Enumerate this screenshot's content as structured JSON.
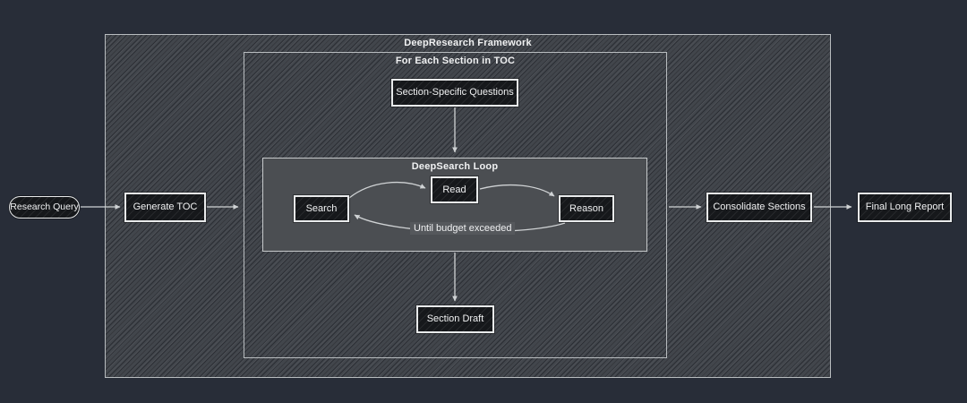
{
  "frames": {
    "outer": {
      "title": "DeepResearch Framework"
    },
    "inner": {
      "title": "For Each Section in TOC"
    },
    "loop": {
      "title": "DeepSearch Loop"
    }
  },
  "nodes": {
    "research_query": {
      "label": "Research Query",
      "shape": "stadium"
    },
    "generate_toc": {
      "label": "Generate TOC",
      "shape": "rect"
    },
    "section_questions": {
      "label": "Section-Specific Questions",
      "shape": "rect"
    },
    "search": {
      "label": "Search",
      "shape": "rect"
    },
    "read": {
      "label": "Read",
      "shape": "rect"
    },
    "reason": {
      "label": "Reason",
      "shape": "rect"
    },
    "section_draft": {
      "label": "Section Draft",
      "shape": "rect"
    },
    "consolidate_sections": {
      "label": "Consolidate Sections",
      "shape": "rect"
    },
    "final_long_report": {
      "label": "Final Long Report",
      "shape": "rect"
    }
  },
  "edge_labels": {
    "loop_exit": "Until budget exceeded"
  },
  "edges": [
    {
      "from": "research_query",
      "to": "generate_toc"
    },
    {
      "from": "generate_toc",
      "to": "for_each_section_frame"
    },
    {
      "from": "section_questions",
      "to": "deepsearch_loop_frame"
    },
    {
      "from": "search",
      "to": "read"
    },
    {
      "from": "read",
      "to": "reason"
    },
    {
      "from": "reason",
      "to": "search",
      "label": "Until budget exceeded"
    },
    {
      "from": "deepsearch_loop_frame",
      "to": "section_draft"
    },
    {
      "from": "for_each_section_frame",
      "to": "consolidate_sections"
    },
    {
      "from": "consolidate_sections",
      "to": "final_long_report"
    }
  ],
  "colors": {
    "page_bg": "#282d38",
    "hatch_base": "#42464c",
    "loop_bg": "#4b4e52",
    "node_bg": "#16181b",
    "node_border": "#e8eaeb",
    "frame_border": "#b8bcbf",
    "arrow": "#cfd2d4",
    "text": "#f0f1f2",
    "label_bg": "#55585c"
  }
}
